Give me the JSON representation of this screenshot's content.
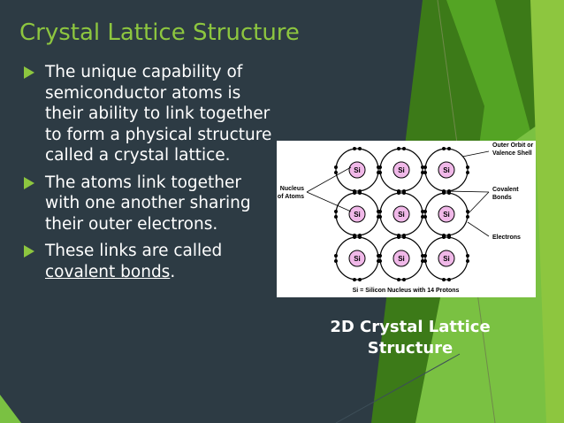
{
  "slide": {
    "title": "Crystal Lattice Structure",
    "bullets": [
      {
        "text": "The unique capability of semiconductor atoms is their ability to link together to form a physical structure called a crystal lattice."
      },
      {
        "text": "The atoms link together with one another sharing their outer electrons."
      },
      {
        "text_before": "These links are called ",
        "link_text": "covalent bonds",
        "text_after": "."
      }
    ],
    "caption_line1": "2D Crystal Lattice",
    "caption_line2": "Structure",
    "colors": {
      "background": "#2d3b44",
      "accent": "#8dc63f",
      "text": "#ffffff"
    }
  },
  "diagram": {
    "atom_symbol": "Si",
    "atom_grid": {
      "rows": 3,
      "cols": 3
    },
    "labels": {
      "outer_orbit_line1": "Outer Orbit or",
      "outer_orbit_line2": "Valence Shell",
      "nucleus_line1": "Nucleus",
      "nucleus_line2": "of Atoms",
      "covalent_line1": "Covalent",
      "covalent_line2": "Bonds",
      "electrons": "Electrons",
      "footer": "Si = Silicon Nucleus with 14 Protons"
    }
  }
}
